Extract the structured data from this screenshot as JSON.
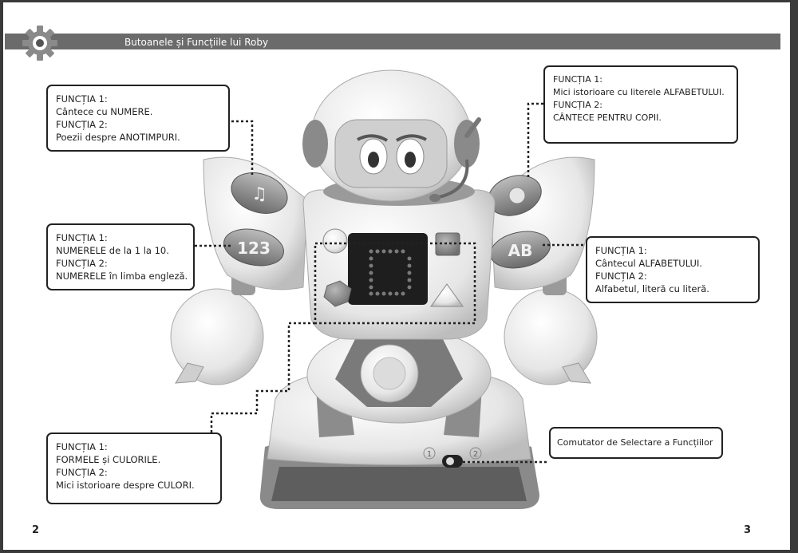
{
  "header": {
    "title": "Butoanele și Funcțiile lui Roby"
  },
  "callouts": {
    "music": {
      "lines": [
        "FUNCȚIA 1:",
        "Cântece cu NUMERE.",
        "FUNCȚIA 2:",
        "Poezii despre ANOTIMPURI."
      ]
    },
    "numbers": {
      "lines": [
        "FUNCȚIA 1:",
        "NUMERELE de la 1 la 10.",
        "FUNCȚIA 2:",
        "NUMERELE în limba engleză."
      ]
    },
    "shapes": {
      "lines": [
        "FUNCȚIA 1:",
        "FORMELE și CULORILE.",
        "FUNCȚIA 2:",
        "Mici istorioare despre CULORI."
      ]
    },
    "alphabet_stories": {
      "lines": [
        "FUNCȚIA 1:",
        "Mici istorioare cu literele ALFABETULUI.",
        "FUNCȚIA 2:",
        "CÂNTECE PENTRU COPII."
      ]
    },
    "alphabet": {
      "lines": [
        "FUNCȚIA 1:",
        "Cântecul ALFABETULUI.",
        "FUNCȚIA 2:",
        "Alfabetul, literă cu literă."
      ]
    },
    "switch": {
      "label": "Comutator de Selectare a Funcțiilor"
    }
  },
  "robot": {
    "button_numbers_label": "123",
    "button_letters_label": "AB",
    "switch_pos_1": "1",
    "switch_pos_2": "2"
  },
  "pages": {
    "left": "2",
    "right": "3"
  }
}
